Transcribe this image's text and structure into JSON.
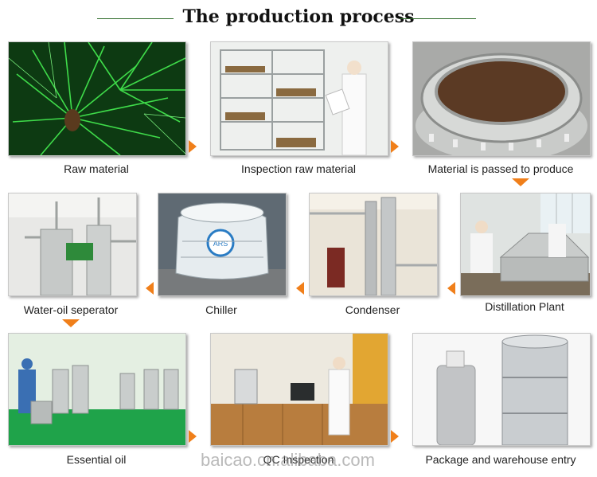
{
  "title": "The production process",
  "watermark": "baicao.cn.alibaba.com",
  "accent_color": "#f07f1a",
  "steps": [
    {
      "label": "Raw material"
    },
    {
      "label": "Inspection raw material"
    },
    {
      "label": "Material is passed to produce"
    },
    {
      "label": "Distillation Plant"
    },
    {
      "label": "Condenser"
    },
    {
      "label": "Chiller"
    },
    {
      "label": "Water-oil seperator"
    },
    {
      "label": "Essential oil"
    },
    {
      "label": "QC Inspection"
    },
    {
      "label": "Package and warehouse entry"
    }
  ]
}
